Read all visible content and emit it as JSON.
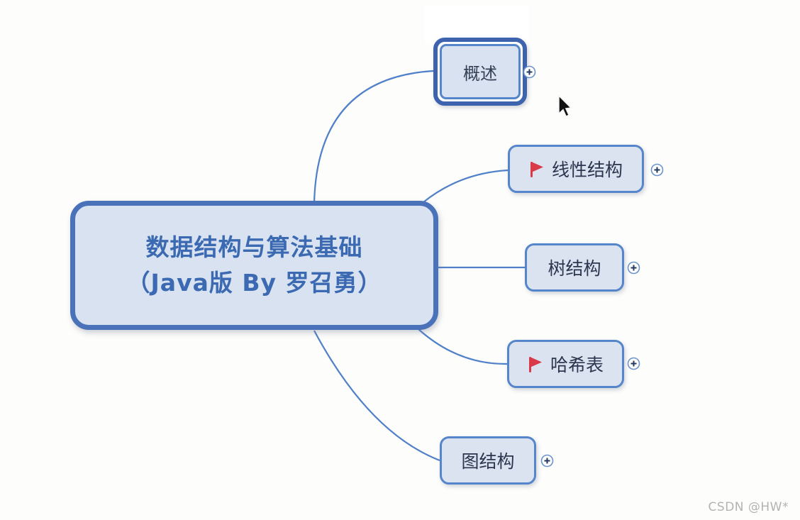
{
  "mindmap": {
    "root": {
      "line1": "数据结构与算法基础",
      "line2": "（Java版 By 罗召勇）"
    },
    "branches": [
      {
        "label": "概述",
        "flag": false,
        "selected": true
      },
      {
        "label": "线性结构",
        "flag": true,
        "selected": false
      },
      {
        "label": "树结构",
        "flag": false,
        "selected": false
      },
      {
        "label": "哈希表",
        "flag": true,
        "selected": false
      },
      {
        "label": "图结构",
        "flag": false,
        "selected": false
      }
    ],
    "icons": {
      "expand": "plus-in-circle",
      "flag": "red-flag"
    },
    "colors": {
      "root_border": "#4a72b8",
      "root_fill": "#d9e2f0",
      "root_text": "#3b6ab2",
      "branch_border": "#5585cb",
      "branch_fill": "#dbe3f1",
      "branch_text": "#2b364e",
      "selection_border": "#3d63ae",
      "connector": "#4f80c8",
      "flag_red": "#d93a4a"
    }
  },
  "cursor": {
    "type": "arrow"
  },
  "watermark": {
    "text": "CSDN @HW*"
  }
}
